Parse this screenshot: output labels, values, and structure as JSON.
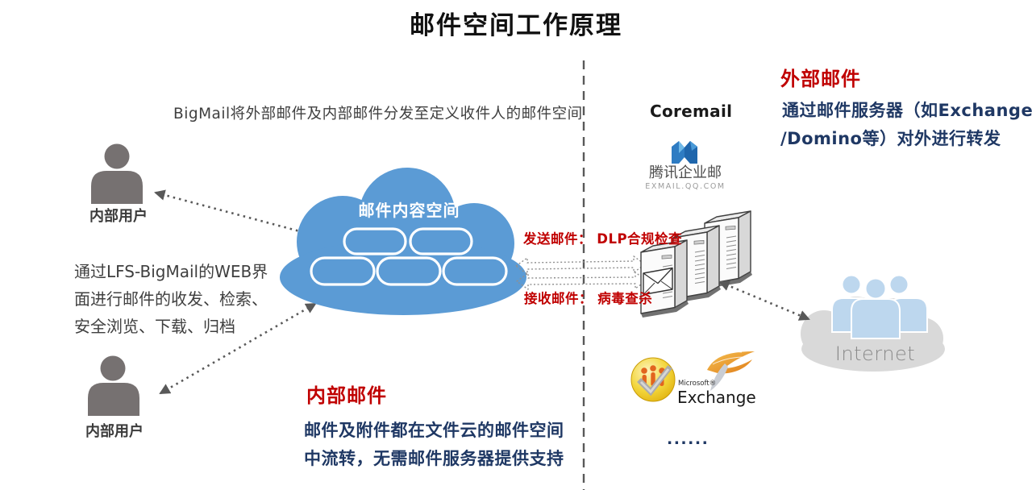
{
  "title": "邮件空间工作原理",
  "left": {
    "top_description": "BigMail将外部邮件及内部邮件分发至定义收件人的邮件空间",
    "user_top_label": "内部用户",
    "user_bottom_label": "内部用户",
    "web_lines": [
      "通过LFS-BigMail的WEB界",
      "面进行邮件的收发、检索、",
      "安全浏览、下载、归档"
    ],
    "cloud_label": "邮件内容空间",
    "internal_mail": {
      "heading": "内部邮件",
      "line1": "邮件及附件都在文件云的邮件空间",
      "line2": "中流转，无需邮件服务器提供支持"
    }
  },
  "middle": {
    "send_label": "发送邮件： DLP合规检查",
    "receive_label": "接收邮件： 病毒查杀"
  },
  "right": {
    "coremail_label": "Coremail",
    "exmail": {
      "name": "腾讯企业邮",
      "domain": "EXMAIL.QQ.COM"
    },
    "external_mail": {
      "heading": "外部邮件",
      "line1": "通过邮件服务器（如Exchange",
      "line2": "/Domino等）对外进行转发"
    },
    "exchange": {
      "brand": "Microsoft®",
      "product": "Exchange"
    },
    "internet_label": "Internet",
    "ellipsis": "......"
  },
  "colors": {
    "cloud_blue": "#5b9bd5",
    "heading_red": "#c00000",
    "text_navy": "#1f3864",
    "user_gray": "#767171",
    "divider_gray": "#595959",
    "internet_cloud_gray": "#d9d9d9",
    "internet_people_blue": "#bdd7ee"
  }
}
